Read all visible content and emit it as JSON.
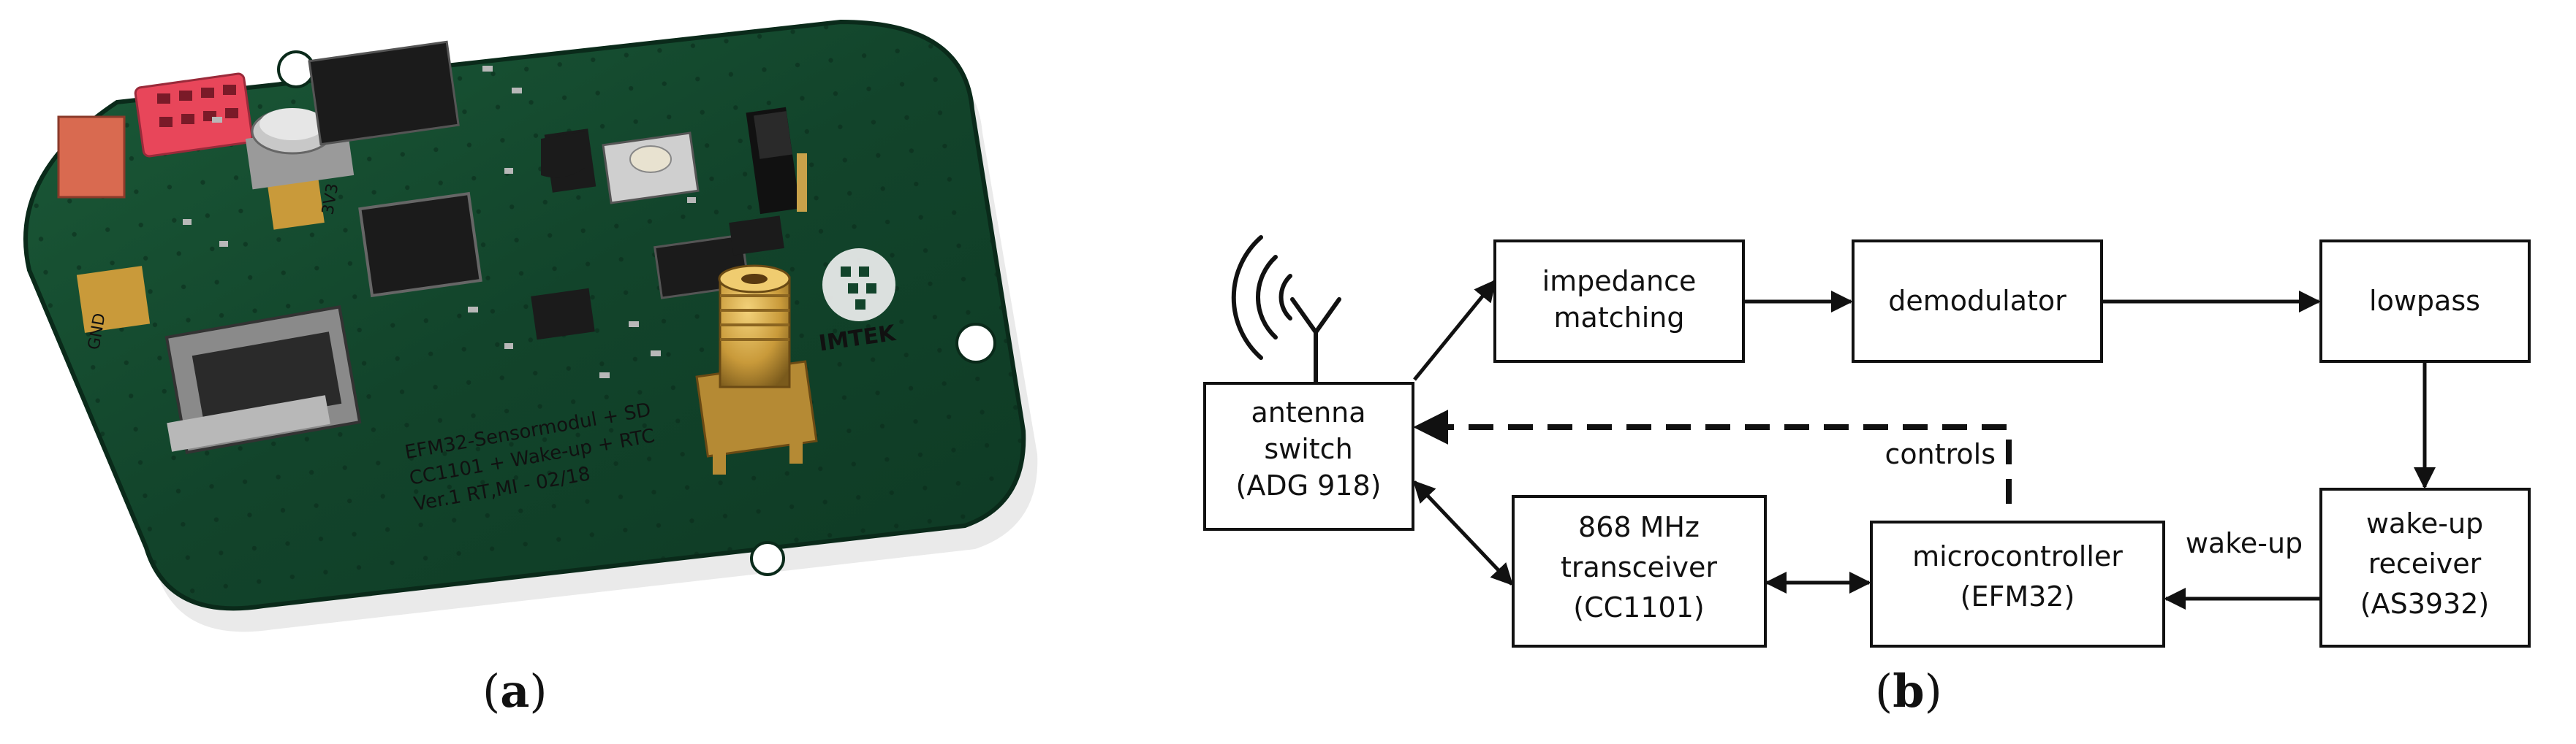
{
  "panel_a": {
    "caption_open": "(",
    "caption_letter": "a",
    "caption_close": ")",
    "board": {
      "silkscreen_line1": "EFM32-Sensormodul + SD",
      "silkscreen_line2": "CC1101 + Wake-up + RTC",
      "silkscreen_line3": "Ver.1 RT,MI - 02/18",
      "pad_label_left": "GND",
      "pad_label_right": "3V3",
      "logo_text": "IMTEK"
    },
    "colors": {
      "pcb": "#12442b",
      "pcb_edge": "#0a2a1a",
      "header_red": "#e8465a",
      "connector_gold": "#c99a3a"
    }
  },
  "panel_b": {
    "caption_open": "(",
    "caption_letter": "b",
    "caption_close": ")",
    "blocks": {
      "antenna_switch": [
        "antenna",
        "switch",
        "(ADG 918)"
      ],
      "impedance": [
        "impedance",
        "matching"
      ],
      "demodulator": [
        "demodulator"
      ],
      "lowpass": [
        "lowpass"
      ],
      "wakeup_receiver": [
        "wake-up",
        "receiver",
        "(AS3932)"
      ],
      "microcontroller": [
        "microcontroller",
        "(EFM32)"
      ],
      "transceiver": [
        "868 MHz",
        "transceiver",
        "(CC1101)"
      ]
    },
    "edge_labels": {
      "controls": "controls",
      "wakeup": "wake-up"
    }
  }
}
